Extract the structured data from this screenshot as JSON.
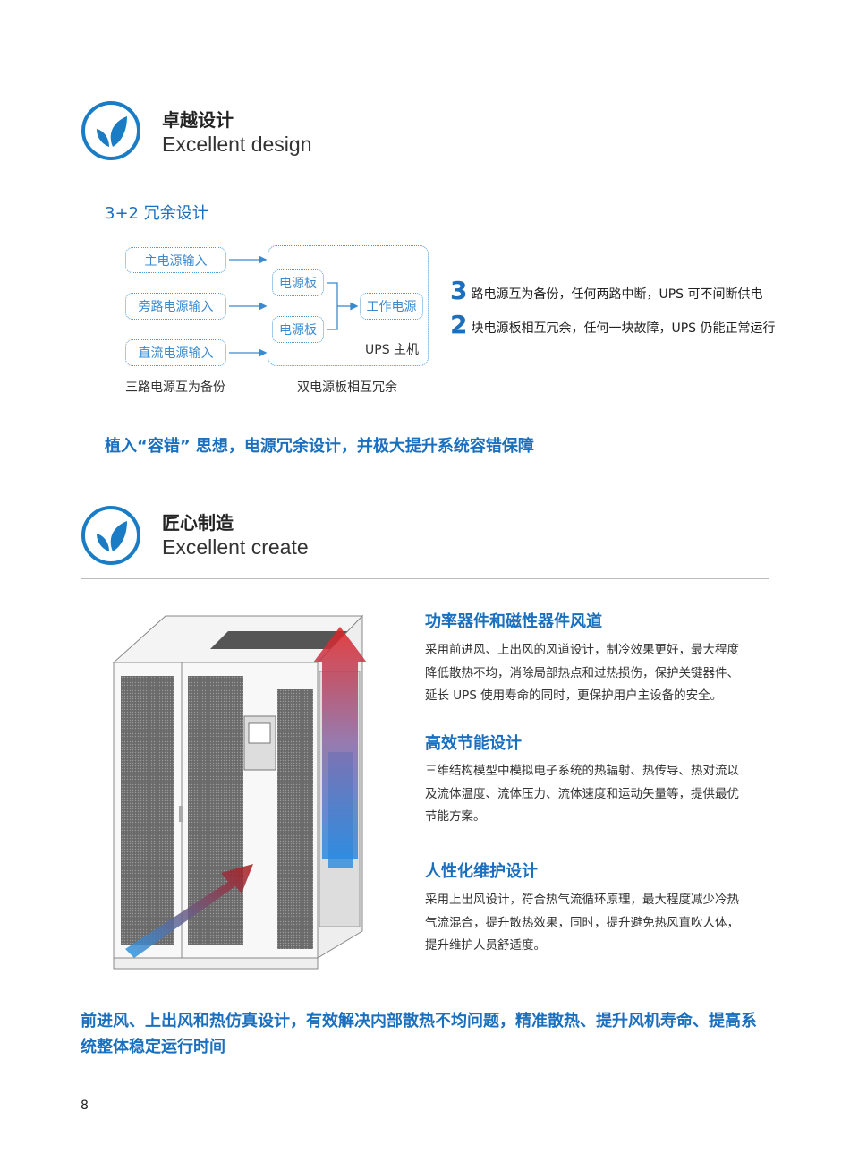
{
  "section1": {
    "title_cn": "卓越设计",
    "title_en": "Excellent design",
    "subtitle": "3+2 冗余设计",
    "diagram": {
      "inputs": [
        "主电源输入",
        "旁路电源输入",
        "直流电源输入"
      ],
      "boards": [
        "电源板",
        "电源板"
      ],
      "output": "工作电源",
      "host": "UPS 主机",
      "caption_left": "三路电源互为备份",
      "caption_right": "双电源板相互冗余"
    },
    "points": [
      {
        "num": "3",
        "text": "路电源互为备份，任何两路中断，UPS 可不间断供电"
      },
      {
        "num": "2",
        "text": "块电源板相互冗余，任何一块故障，UPS 仍能正常运行"
      }
    ],
    "statement": "植入“容错” 思想，电源冗余设计，并极大提升系统容错保障"
  },
  "section2": {
    "title_cn": "匠心制造",
    "title_en": "Excellent create",
    "features": [
      {
        "heading": "功率器件和磁性器件风道",
        "lines": [
          "采用前进风、上出风的风道设计，制冷效果更好，最大程度",
          "降低散热不均，消除局部热点和过热损伤，保护关键器件、",
          "延长 UPS 使用寿命的同时，更保护用户主设备的安全。"
        ]
      },
      {
        "heading": "高效节能设计",
        "lines": [
          "三维结构模型中模拟电子系统的热辐射、热传导、热对流以",
          "及流体温度、流体压力、流体速度和运动矢量等，提供最优",
          "节能方案。"
        ]
      },
      {
        "heading": "人性化维护设计",
        "lines": [
          "采用上出风设计，符合热气流循环原理，最大程度减少冷热",
          "气流混合，提升散热效果，同时，提升避免热风直吹人体，",
          "提升维护人员舒适度。"
        ]
      }
    ],
    "statement_lines": [
      "前进风、上出风和热仿真设计，有效解决内部散热不均问题，精准散热、提升风机寿命、提高系",
      "统整体稳定运行时间"
    ]
  },
  "page_number": "8",
  "colors": {
    "accent": "#1a6fbf"
  }
}
